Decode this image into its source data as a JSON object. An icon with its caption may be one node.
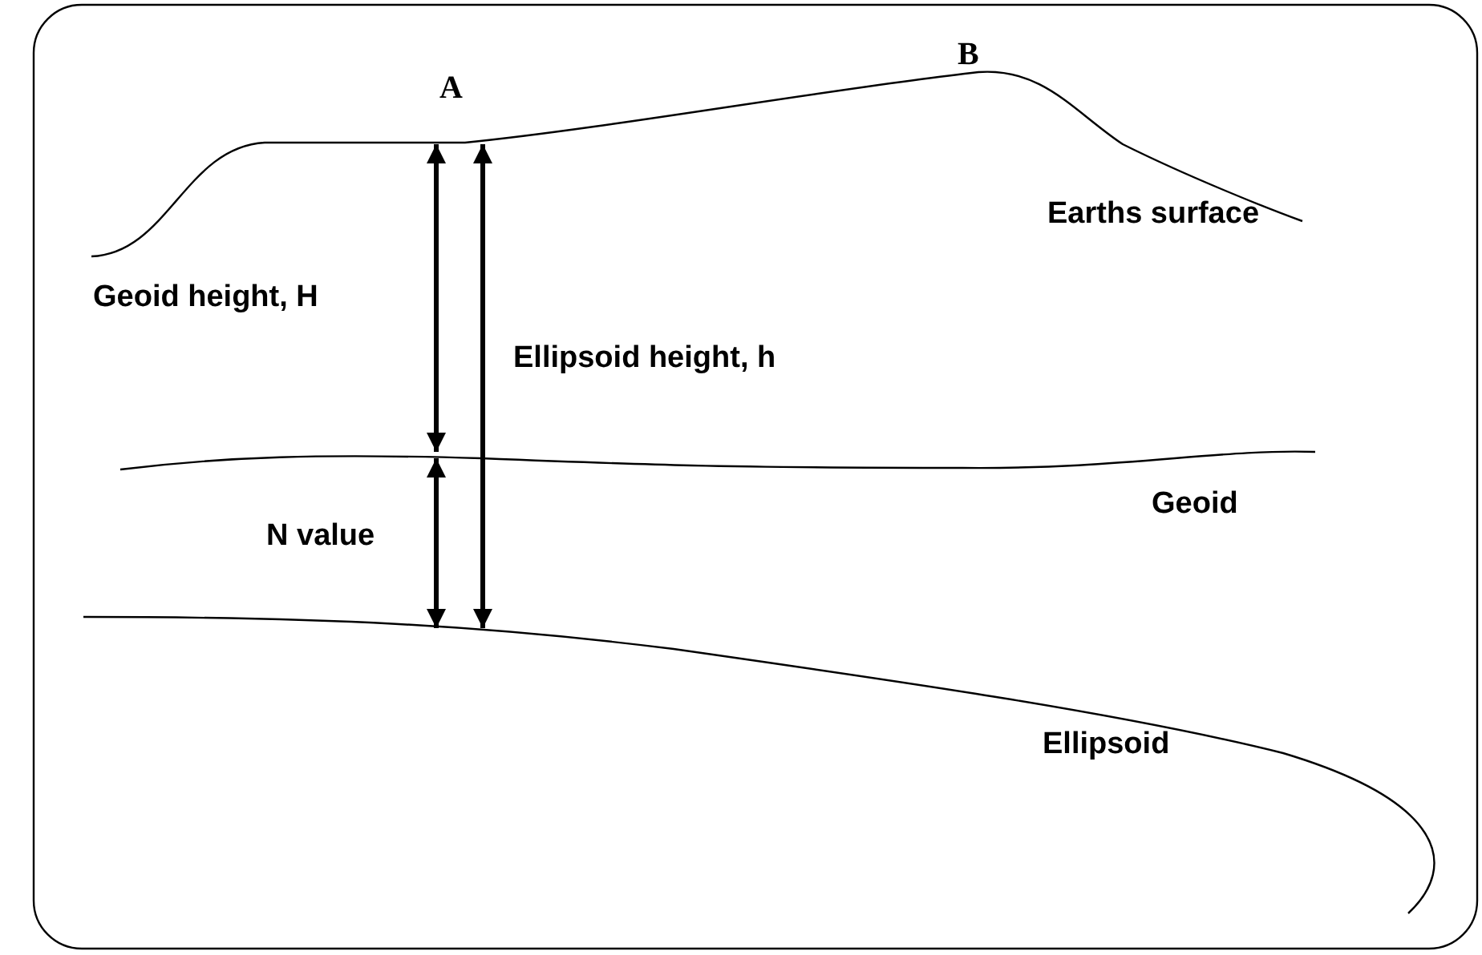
{
  "diagram": {
    "labels": [
      "A",
      "B",
      "Earths surface",
      "Geoid height, H",
      "Ellipsoid height, h",
      "Geoid",
      "N value",
      "Ellipsoid"
    ]
  }
}
